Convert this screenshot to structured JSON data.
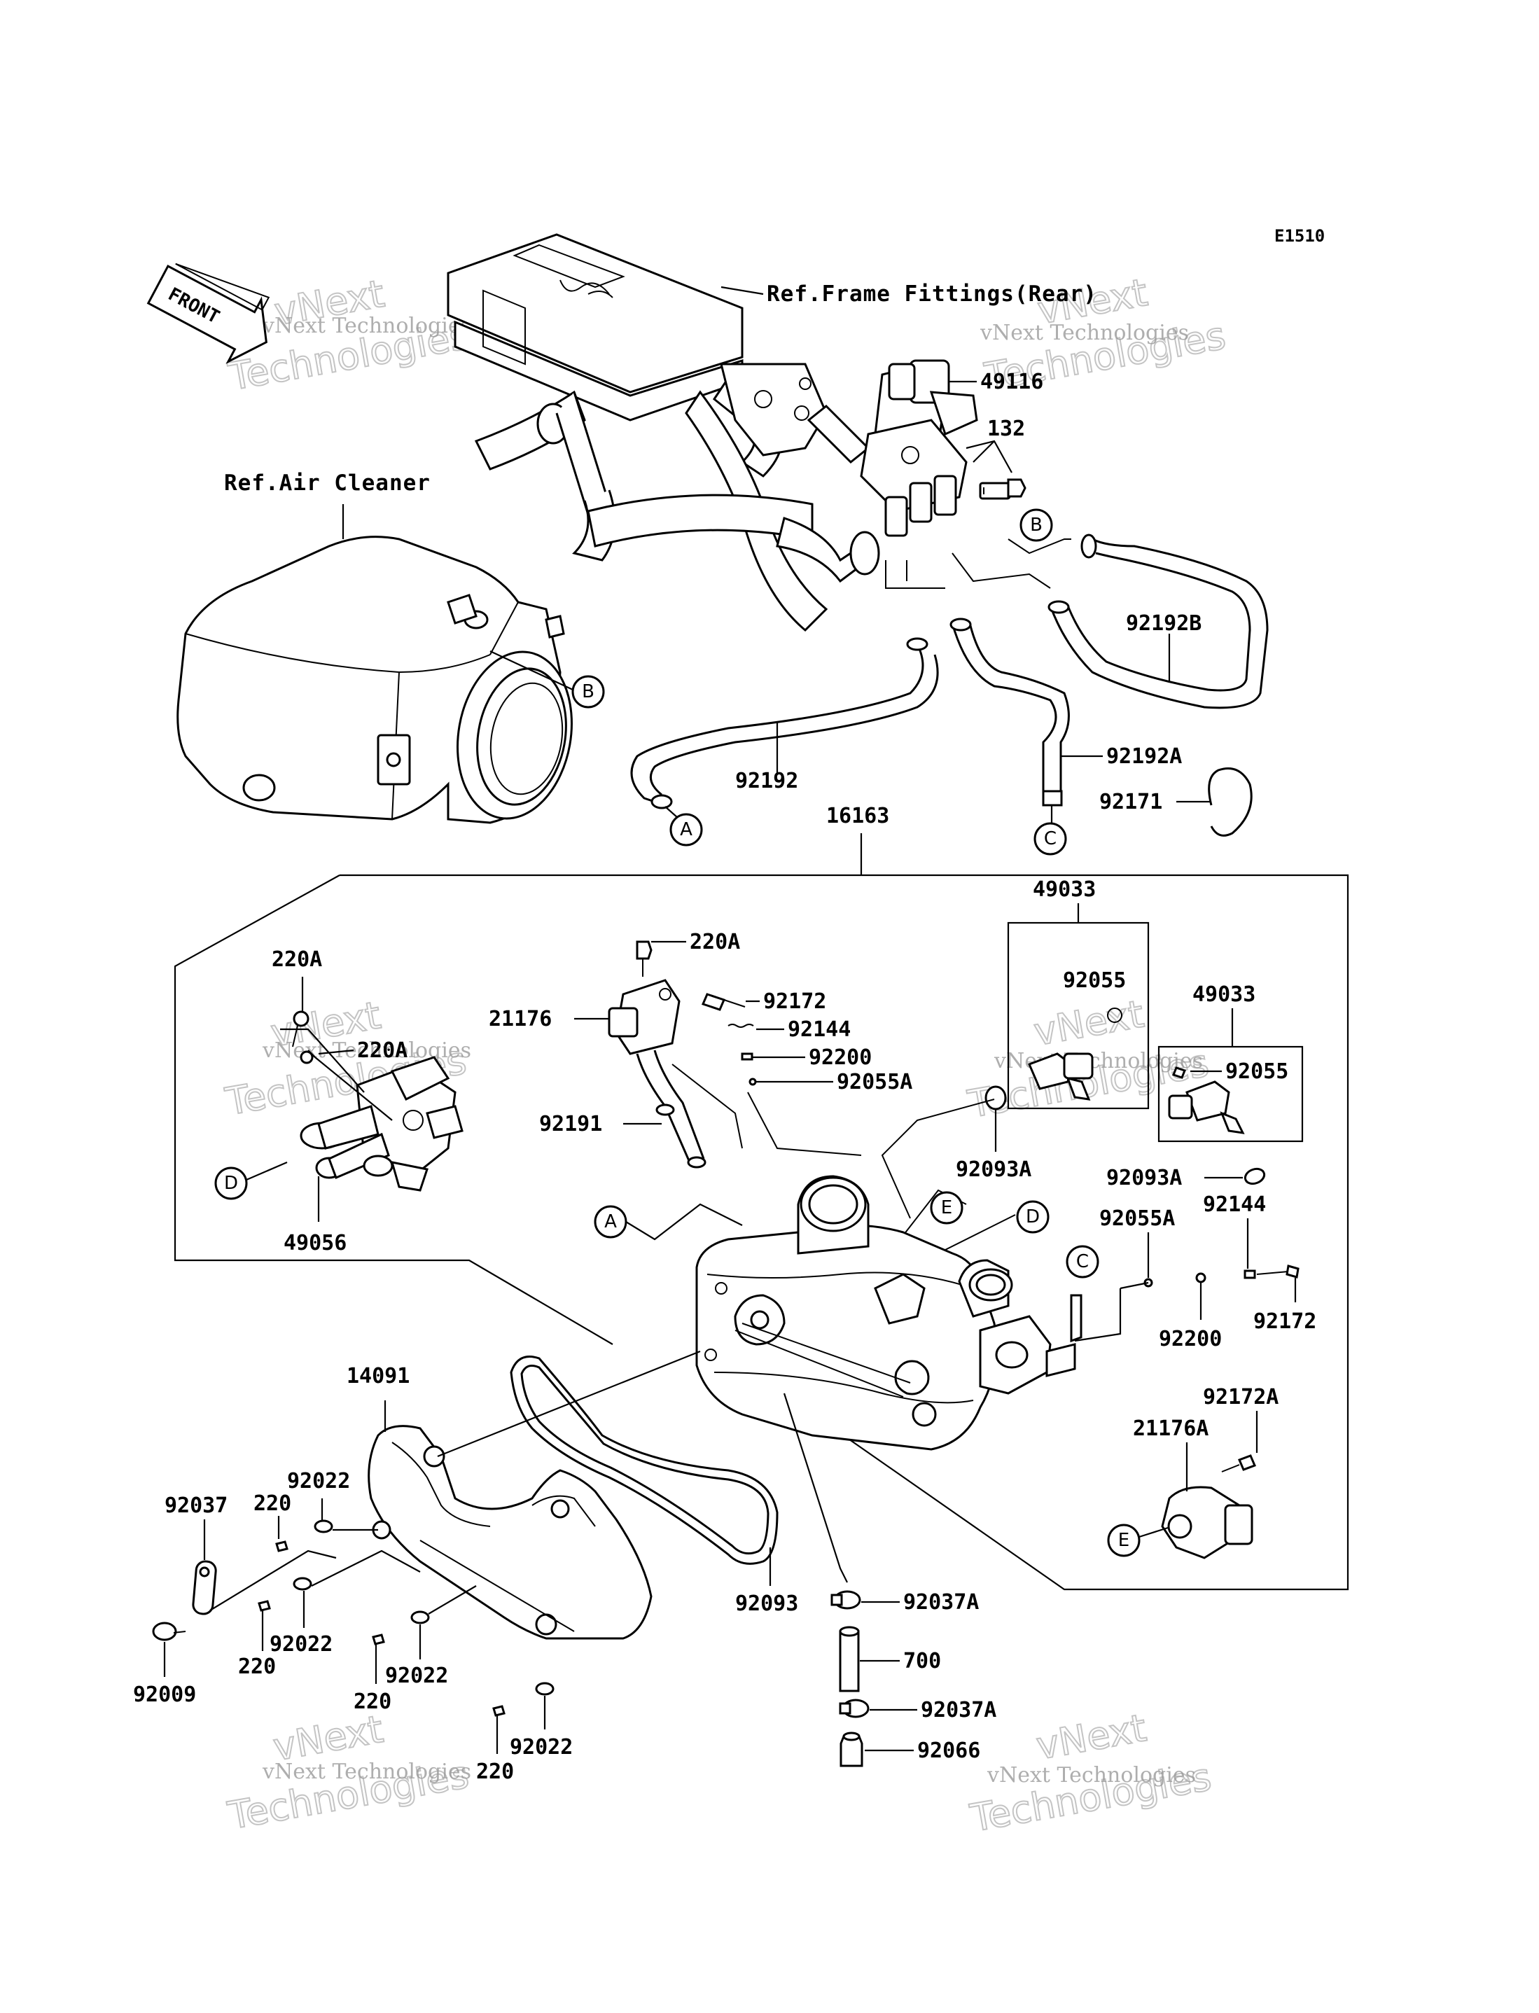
{
  "diagram": {
    "code": "E1510",
    "front_marker": "FRONT",
    "references": {
      "frame_fittings": "Ref.Frame Fittings(Rear)",
      "air_cleaner": "Ref.Air Cleaner"
    },
    "watermark": {
      "line1": "vNext Technologies",
      "line2": "vNext",
      "line3": "Technologies"
    },
    "connectors": {
      "A": "A",
      "B": "B",
      "C": "C",
      "D": "D",
      "E": "E"
    },
    "parts": {
      "p49116": "49116",
      "p132": "132",
      "p92192B": "92192B",
      "p92192": "92192",
      "p92192A": "92192A",
      "p92171": "92171",
      "p16163": "16163",
      "p49033_top": "49033",
      "p92055_a": "92055",
      "p49033_b": "49033",
      "p92055_b": "92055",
      "p220A_top": "220A",
      "p220A_left1": "220A",
      "p220A_left2": "220A",
      "p92172_top": "92172",
      "p21176": "21176",
      "p92144_top": "92144",
      "p92200_top": "92200",
      "p92055A_top": "92055A",
      "p92191": "92191",
      "p92093A_top": "92093A",
      "p92093A_right": "92093A",
      "p92144_right": "92144",
      "p92055A_right": "92055A",
      "p49056": "49056",
      "p92200_right": "92200",
      "p92172_right": "92172",
      "p14091": "14091",
      "p92172A": "92172A",
      "p21176A": "21176A",
      "p92022_a": "92022",
      "p220_a": "220",
      "p92037": "92037",
      "p92022_b": "92022",
      "p220_b": "220",
      "p92022_c": "92022",
      "p220_c": "220",
      "p92022_d": "92022",
      "p220_d": "220",
      "p92009": "92009",
      "p92093": "92093",
      "p92037A_a": "92037A",
      "p700": "700",
      "p92037A_b": "92037A",
      "p92066": "92066"
    }
  }
}
